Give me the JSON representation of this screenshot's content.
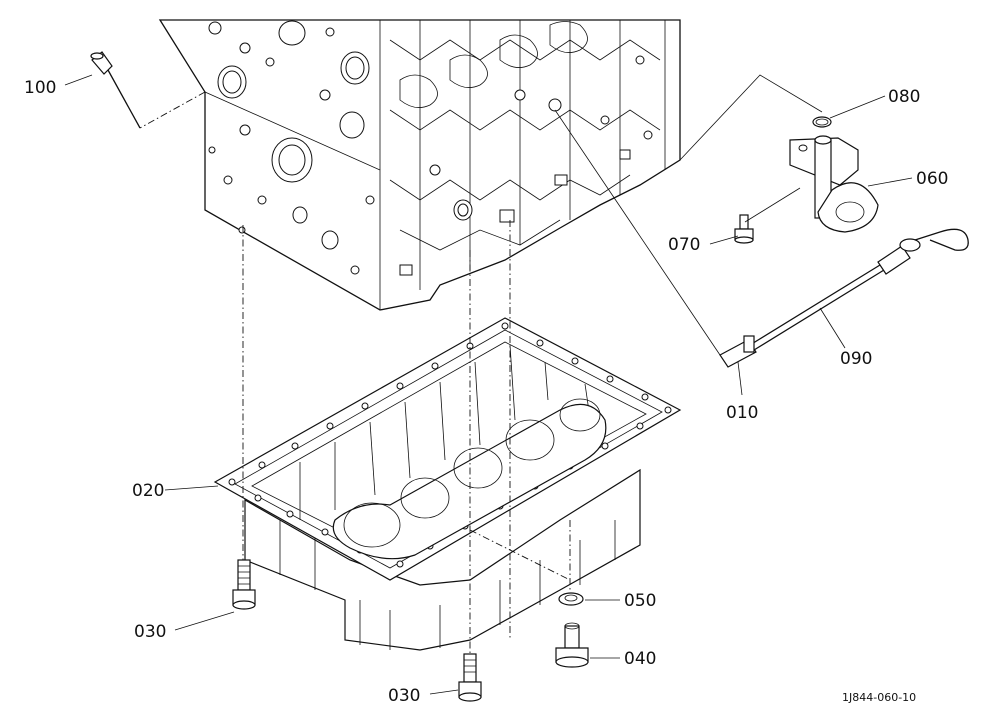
{
  "labels": {
    "p010": "010",
    "p020": "020",
    "p030a": "030",
    "p030b": "030",
    "p040": "040",
    "p050": "050",
    "p060": "060",
    "p070": "070",
    "p080": "080",
    "p090": "090",
    "p100": "100"
  },
  "drawing_code": "1J844-060-10"
}
